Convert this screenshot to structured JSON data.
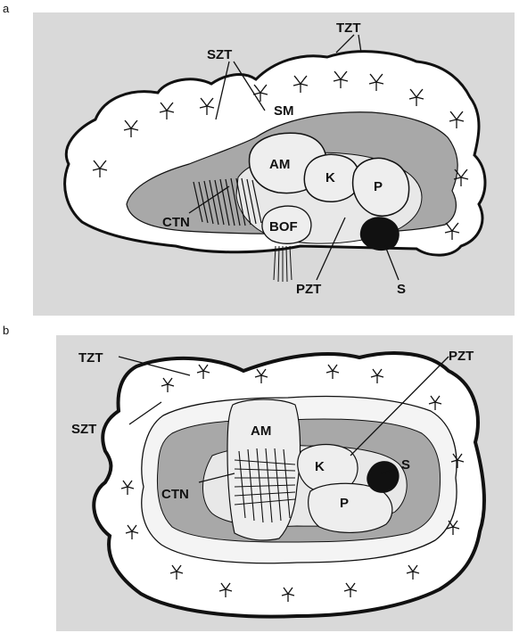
{
  "panel_a": {
    "letter": "a",
    "labels": {
      "tzt": "TZT",
      "szt": "SZT",
      "sm": "SM",
      "am": "AM",
      "k": "K",
      "p": "P",
      "bof": "BOF",
      "ctn": "CTN",
      "pzt": "PZT",
      "s": "S"
    }
  },
  "panel_b": {
    "letter": "b",
    "labels": {
      "tzt": "TZT",
      "szt": "SZT",
      "pzt": "PZT",
      "am": "AM",
      "k": "K",
      "s": "S",
      "ctn": "CTN",
      "p": "P"
    }
  },
  "colors": {
    "background_panel": "#d8d8d8",
    "outer_body": "#ffffff",
    "mid_layer": "#a6a6a6",
    "inner_region": "#e6e6e6",
    "outline": "#111111"
  }
}
